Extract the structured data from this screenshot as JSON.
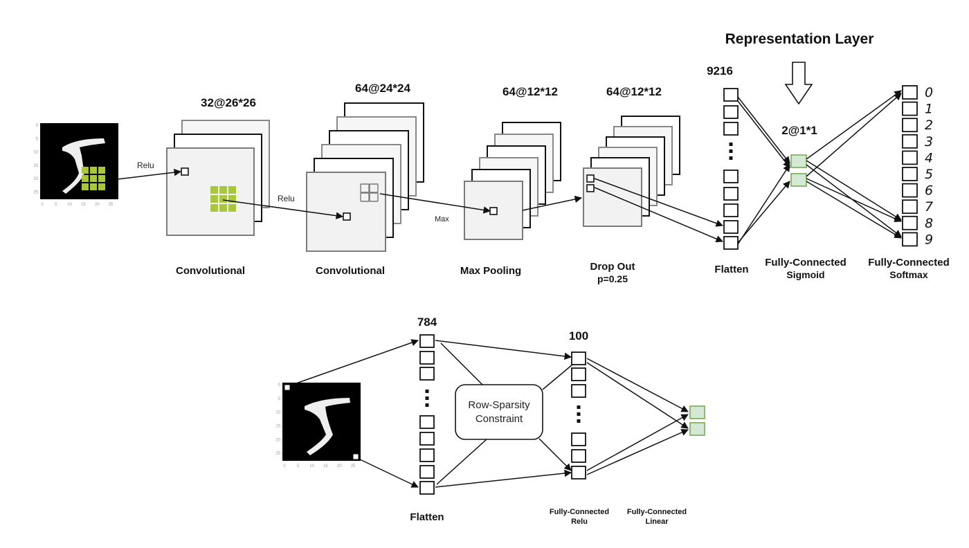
{
  "title": "Representation Layer",
  "colors": {
    "kernel_green": "#a8c83a",
    "rep_fill": "#d5e8d4",
    "rep_stroke": "#82b366",
    "map_fill": "#f2f2f2",
    "map_stroke": "#7a7a7a",
    "line": "#111111"
  },
  "top": {
    "input_image": {
      "alt": "MNIST digit 5",
      "x_ticks": [
        "0",
        "5",
        "10",
        "15",
        "20",
        "25"
      ],
      "y_ticks": [
        "0",
        "5",
        "10",
        "15",
        "20",
        "25"
      ]
    },
    "edges": {
      "relu_1": "Relu",
      "relu_2": "Relu",
      "max": "Max"
    },
    "layers": [
      {
        "shape": "32@26*26",
        "name": "Convolutional"
      },
      {
        "shape": "64@24*24",
        "name": "Convolutional"
      },
      {
        "shape": "64@12*12",
        "name": "Max Pooling"
      },
      {
        "shape": "64@12*12",
        "name": "Drop Out",
        "sub": "p=0.25"
      },
      {
        "shape": "9216",
        "name": "Flatten"
      },
      {
        "shape": "2@1*1",
        "name": "Fully-Connected",
        "sub": "Sigmoid"
      },
      {
        "shape": "",
        "name": "Fully-Connected",
        "sub": "Softmax"
      }
    ],
    "output_digits": [
      "0",
      "1",
      "2",
      "3",
      "4",
      "5",
      "6",
      "7",
      "8",
      "9"
    ],
    "ellipsis": "⋮",
    "arrow_icon": "down-arrow-icon"
  },
  "bottom": {
    "input_image": {
      "alt": "MNIST digit 5",
      "x_ticks": [
        "0",
        "5",
        "10",
        "15",
        "20",
        "25"
      ],
      "y_ticks": [
        "0",
        "5",
        "10",
        "15",
        "20",
        "25"
      ]
    },
    "flatten": {
      "shape": "784",
      "name": "Flatten"
    },
    "constraint": {
      "line1": "Row-Sparsity",
      "line2": "Constraint"
    },
    "fc_relu": {
      "shape": "100",
      "name": "Fully-Connected",
      "sub": "Relu"
    },
    "fc_linear": {
      "name": "Fully-Connected",
      "sub": "Linear"
    }
  }
}
